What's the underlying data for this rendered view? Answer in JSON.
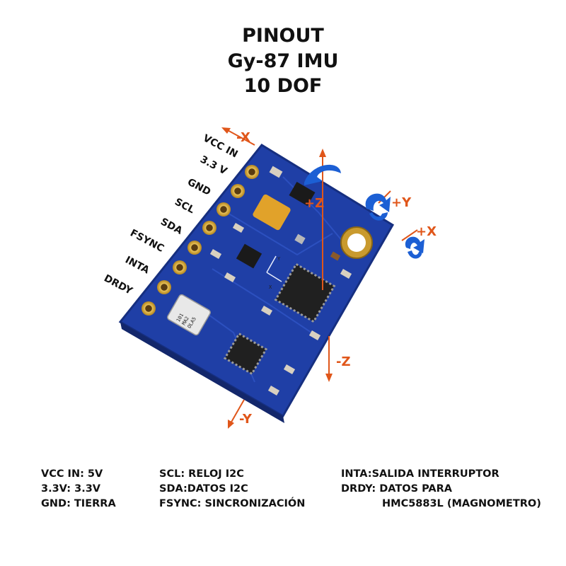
{
  "title": {
    "line1": "PINOUT",
    "line2": "Gy-87 IMU",
    "line3": "10 DOF"
  },
  "pins": [
    "VCC IN",
    "3.3 V",
    "GND",
    "SCL",
    "SDA",
    "FSYNC",
    "INTA",
    "DRDY"
  ],
  "axes": {
    "neg_x": "-X",
    "pos_z": "+Z",
    "pos_y": "+Y",
    "pos_x": "+X",
    "neg_z": "-Z",
    "neg_y": "-Y"
  },
  "chip_marks": {
    "silk_y": "Y",
    "silk_x": "X",
    "baro_line1": "101",
    "baro_line2": "MA2",
    "baro_line3": "OLA5"
  },
  "legend": {
    "col1": [
      "VCC IN: 5V",
      "3.3V: 3.3V",
      "GND: TIERRA"
    ],
    "col2": [
      "SCL: RELOJ I2C",
      "SDA:DATOS I2C",
      "FSYNC: SINCRONIZACIÓN"
    ],
    "col3": [
      "INTA:SALIDA INTERRUPTOR",
      "DRDY: DATOS PARA",
      "HMC5883L (MAGNOMETRO)"
    ]
  },
  "colors": {
    "board": "#1f3fa6",
    "axis": "#e0561a",
    "rotation_arrow": "#1c5fd4",
    "pad": "#d4a63a"
  }
}
